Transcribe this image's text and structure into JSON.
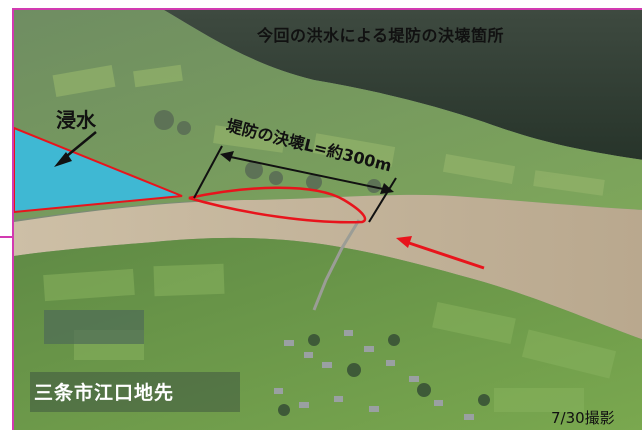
{
  "caption": {
    "title": "今回の洪水による堤防の決壊箇所",
    "flood_label": "浸水",
    "breach_label": "堤防の決壊L=約300m",
    "location": "三条市江口地先",
    "date": "7/30撮影"
  },
  "colors": {
    "frame_border": "#d23ab1",
    "flood_area_fill": "#3fb8d3",
    "annotation_red": "#e8141c",
    "river": "#c8b8a0",
    "fields": "#6f9a4e",
    "forest": "#2c3a2e"
  },
  "icons": {
    "flood_arrow": "arrow-down-left-icon",
    "breach_span": "double-arrow-icon",
    "flow_arrow": "red-arrow-icon"
  }
}
